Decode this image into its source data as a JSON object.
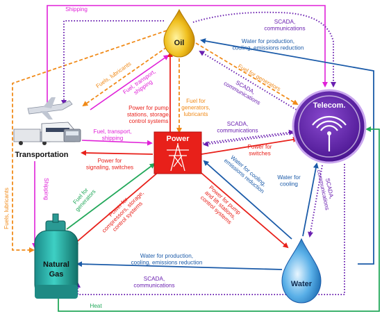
{
  "nodes": {
    "oil": "Oil",
    "telecom": "Telecom.",
    "power": "Power",
    "transportation": "Transportation",
    "natural_gas": [
      "Natural",
      "Gas"
    ],
    "water": "Water"
  },
  "colors": {
    "magenta": "#e020d8",
    "purple": "#6a1fb0",
    "orange": "#f08a18",
    "red": "#e8201a",
    "blue": "#1a5aa8",
    "green": "#22a85a"
  },
  "labels": {
    "shipping_top": [
      "Shipping"
    ],
    "scada_oil_telecom_top": [
      "SCADA,",
      "communications"
    ],
    "water_oil_production": [
      "Water for production,",
      "cooling, emissions reduction"
    ],
    "fuels_lubricants_oil_transport": [
      "Fuels, lubricants"
    ],
    "fuel_transport_shipping_oil": [
      "Fuel, transport,",
      "shipping"
    ],
    "fuel_for_generators_oil_telecom": [
      "Fuel for generators"
    ],
    "scada_telecom_oil": [
      "SCADA,",
      "communications"
    ],
    "power_for_pump_stations": [
      "Power for pump",
      "stations, storage,",
      "control systems"
    ],
    "fuel_for_generators_lubricants": [
      "Fuel for",
      "generators,",
      "lubricants"
    ],
    "scada_power_telecom": [
      "SCADA,",
      "communications"
    ],
    "power_for_switches": [
      "Power for",
      "switches"
    ],
    "fuel_transport_shipping_power": [
      "Fuel, transport,",
      "shipping"
    ],
    "power_for_signaling": [
      "Power for",
      "signaling, switches"
    ],
    "water_for_cooling_power": [
      "Water for cooling,",
      "emissions reduction"
    ],
    "water_for_cooling_telecom": [
      "Water for",
      "cooling"
    ],
    "scada_water_telecom": [
      "SCADA,",
      "communications"
    ],
    "fuels_lubricants_left": [
      "Fuels, lubricants"
    ],
    "shipping_left": [
      "Shipping"
    ],
    "fuel_for_generators_gas": [
      "Fuel for",
      "generators"
    ],
    "power_for_compressors": [
      "Power for",
      "compressors, storage,",
      "control systems"
    ],
    "power_for_pump_lift": [
      "Power for pump",
      "and lift stations,",
      "control systems"
    ],
    "water_gas_production": [
      "Water for production,",
      "cooling, emissions reduction"
    ],
    "scada_gas_bottom": [
      "SCADA,",
      "communications"
    ],
    "heat": [
      "Heat"
    ]
  }
}
